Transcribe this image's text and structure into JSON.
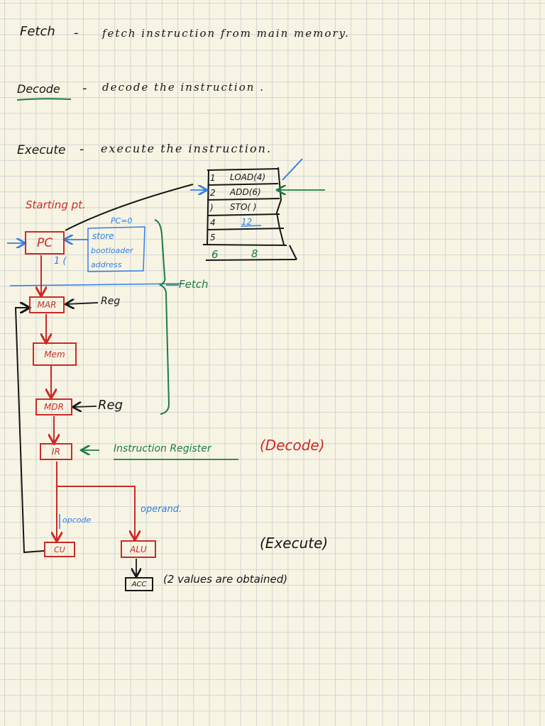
{
  "notes": {
    "fetch": {
      "term": "Fetch",
      "dash": "-",
      "desc": "fetch instruction from main memory."
    },
    "decode": {
      "term": "Decode",
      "dash": "-",
      "desc": "decode the instruction ."
    },
    "execute": {
      "term": "Execute",
      "dash": "-",
      "desc": "execute the instruction."
    }
  },
  "diagram": {
    "starting_point": "Starting pt.",
    "pc": "PC",
    "pc_value": "PC=0",
    "pc_note": "1 (",
    "store_note": [
      "store",
      "bootloader",
      "address"
    ],
    "fetch_label": "Fetch",
    "mar": "MAR",
    "mar_reg": "Reg",
    "mem": "Mem",
    "mdr": "MDR",
    "mdr_reg": "Reg",
    "ir": "IR",
    "ir_arrow": "←",
    "ir_label": "Instruction Register",
    "decode_phase": "(Decode)",
    "opcode": "opcode",
    "operand": "operand.",
    "cu": "CU",
    "alu": "ALU",
    "execute_phase": "(Execute)",
    "acc": "ACC",
    "acc_note": "(2 values are obtained)"
  },
  "memory_table": {
    "rows": [
      {
        "n": "1",
        "v": "LOAD(4)"
      },
      {
        "n": "2",
        "v": "ADD(6)"
      },
      {
        "n": ")",
        "v": "STO( )"
      },
      {
        "n": "4",
        "v": "12"
      },
      {
        "n": "5",
        "v": ""
      },
      {
        "n": "6",
        "v": "8"
      }
    ]
  },
  "colors": {
    "paper": "#f8f4e4",
    "grid": "#cfd5d3",
    "ink": "#161616",
    "red": "#cc2a24",
    "blue": "#2f7fe6",
    "green": "#1c7b46"
  }
}
